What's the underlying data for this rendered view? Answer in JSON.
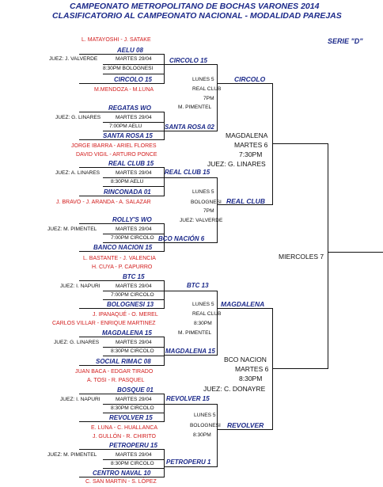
{
  "title1": "CAMPEONATO METROPOLITANO DE BOCHAS VARONES 2014",
  "title2": "CLASIFICATORIO AL CAMPEONATO NACIONAL - MODALIDAD PAREJAS",
  "serie": "SERIE \"D\"",
  "round1": [
    {
      "players_top": "L. MATAYOSHI - J. SATAKE",
      "team_top": "AELU 08",
      "judge": "JUEZ: J. VALVERDE",
      "date": "MARTES 29/04",
      "time_place": "8:30PM BOLOGNESI",
      "team_bottom": "CIRCOLO 15",
      "players_bottom": "M.MENDOZA - M.LUNA"
    },
    {
      "team_top": "REGATAS WO",
      "judge": "JUEZ: G. LINARES",
      "date": "MARTES 29/04",
      "time_place": "7:00PM AELU",
      "team_bottom": "SANTA ROSA 15",
      "players_bottom_1": "JORGE IBARRA - ARIEL FLORES",
      "players_bottom_2": "DAVID VIGIL - ARTURO PONCE"
    },
    {
      "team_top": "REAL CLUB 15",
      "judge": "JUEZ: A. LINARES",
      "date": "MARTES 29/04",
      "time_place": "8:30PM AELU",
      "team_bottom": "RINCONADA 01",
      "players_bottom": "J. BRAVO - J. ARANDA - A. SALAZAR"
    },
    {
      "team_top": "ROLLY'S WO",
      "judge": "JUEZ: M. PIMENTEL",
      "date": "MARTES 29/04",
      "time_place": "7:00PM CIRCOLO",
      "team_bottom": "BANCO NACION 15",
      "players_bottom_1": "L. BASTANTE - J. VALENCIA",
      "players_bottom_2": "H. CUYA - P. CAPURRO"
    },
    {
      "team_top": "BTC 15",
      "judge": "JUEZ: I. NAPURI",
      "date": "MARTES 29/04",
      "time_place": "7:00PM CIRCOLO",
      "team_bottom": "BOLOGNESI 13",
      "players_bottom_1": "J. IPANAQUÉ - O. MEREL",
      "players_bottom_2": "CARLOS VILLAR - ENRIQUE MARTINEZ"
    },
    {
      "team_top": "MAGDALENA 15",
      "judge": "JUEZ: G. LINARES",
      "date": "MARTES 29/04",
      "time_place": "8:30PM CIRCOLO",
      "team_bottom": "SOCIAL RIMAC 08",
      "players_bottom_1": "JUAN BACA - EDGAR TIRADO",
      "players_bottom_2": "A. TOSI - R. PASQUEL"
    },
    {
      "team_top": "BOSQUE 01",
      "judge": "JUEZ: I. NAPURI",
      "date": "MARTES 29/04",
      "time_place": "8:30PM CIRCOLO",
      "team_bottom": "REVOLVER 15",
      "players_bottom_1": "E. LUNA - C. HUALLANCA",
      "players_bottom_2": "J. GULLÓN - R. CHIRITO"
    },
    {
      "team_top": "PETROPERU 15",
      "judge": "JUEZ: M. PIMENTEL",
      "date": "MARTES 29/04",
      "time_place": "8:30PM CIRCOLO",
      "team_bottom": "CENTRO NAVAL 10",
      "players_bottom": "C. SAN MARTIN - S. LÓPEZ"
    }
  ],
  "round2": [
    {
      "winner_top": "CIRCOLO 15",
      "day": "LUNES 5",
      "place": "REAL CLUB",
      "time": "7PM",
      "judge": "M. PIMENTEL",
      "winner_bottom": "SANTA ROSA 02"
    },
    {
      "winner_top": "REAL CLUB 15",
      "day": "LUNES 5",
      "place": "BOLOGNESI",
      "time": "7PM",
      "judge": "JUEZ: VALVERDE",
      "winner_bottom": "BCO NACIÓN 6"
    },
    {
      "winner_top": "BTC 13",
      "day": "LUNES 5",
      "place": "REAL CLUB",
      "time": "8:30PM",
      "judge": "M. PIMENTEL",
      "winner_bottom": "MAGDALENA 15"
    },
    {
      "winner_top": "REVOLVER 15",
      "day": "LUNES 5",
      "place": "BOLOGNESI",
      "time": "8:30PM",
      "judge": "",
      "winner_bottom": "PETROPERU 1"
    }
  ],
  "round3": [
    {
      "winner_top": "CIRCOLO",
      "place": "MAGDALENA",
      "date": "MARTES 6",
      "time": "7:30PM",
      "judge": "JUEZ: G. LINARES",
      "winner_bottom": "REAL CLUB"
    },
    {
      "winner_top": "MAGDALENA",
      "place": "BCO NACION",
      "date": "MARTES 6",
      "time": "8:30PM",
      "judge": "JUEZ: C. DONAYRE",
      "winner_bottom": "REVOLVER"
    }
  ],
  "final": {
    "label": "MIERCOLES 7"
  }
}
